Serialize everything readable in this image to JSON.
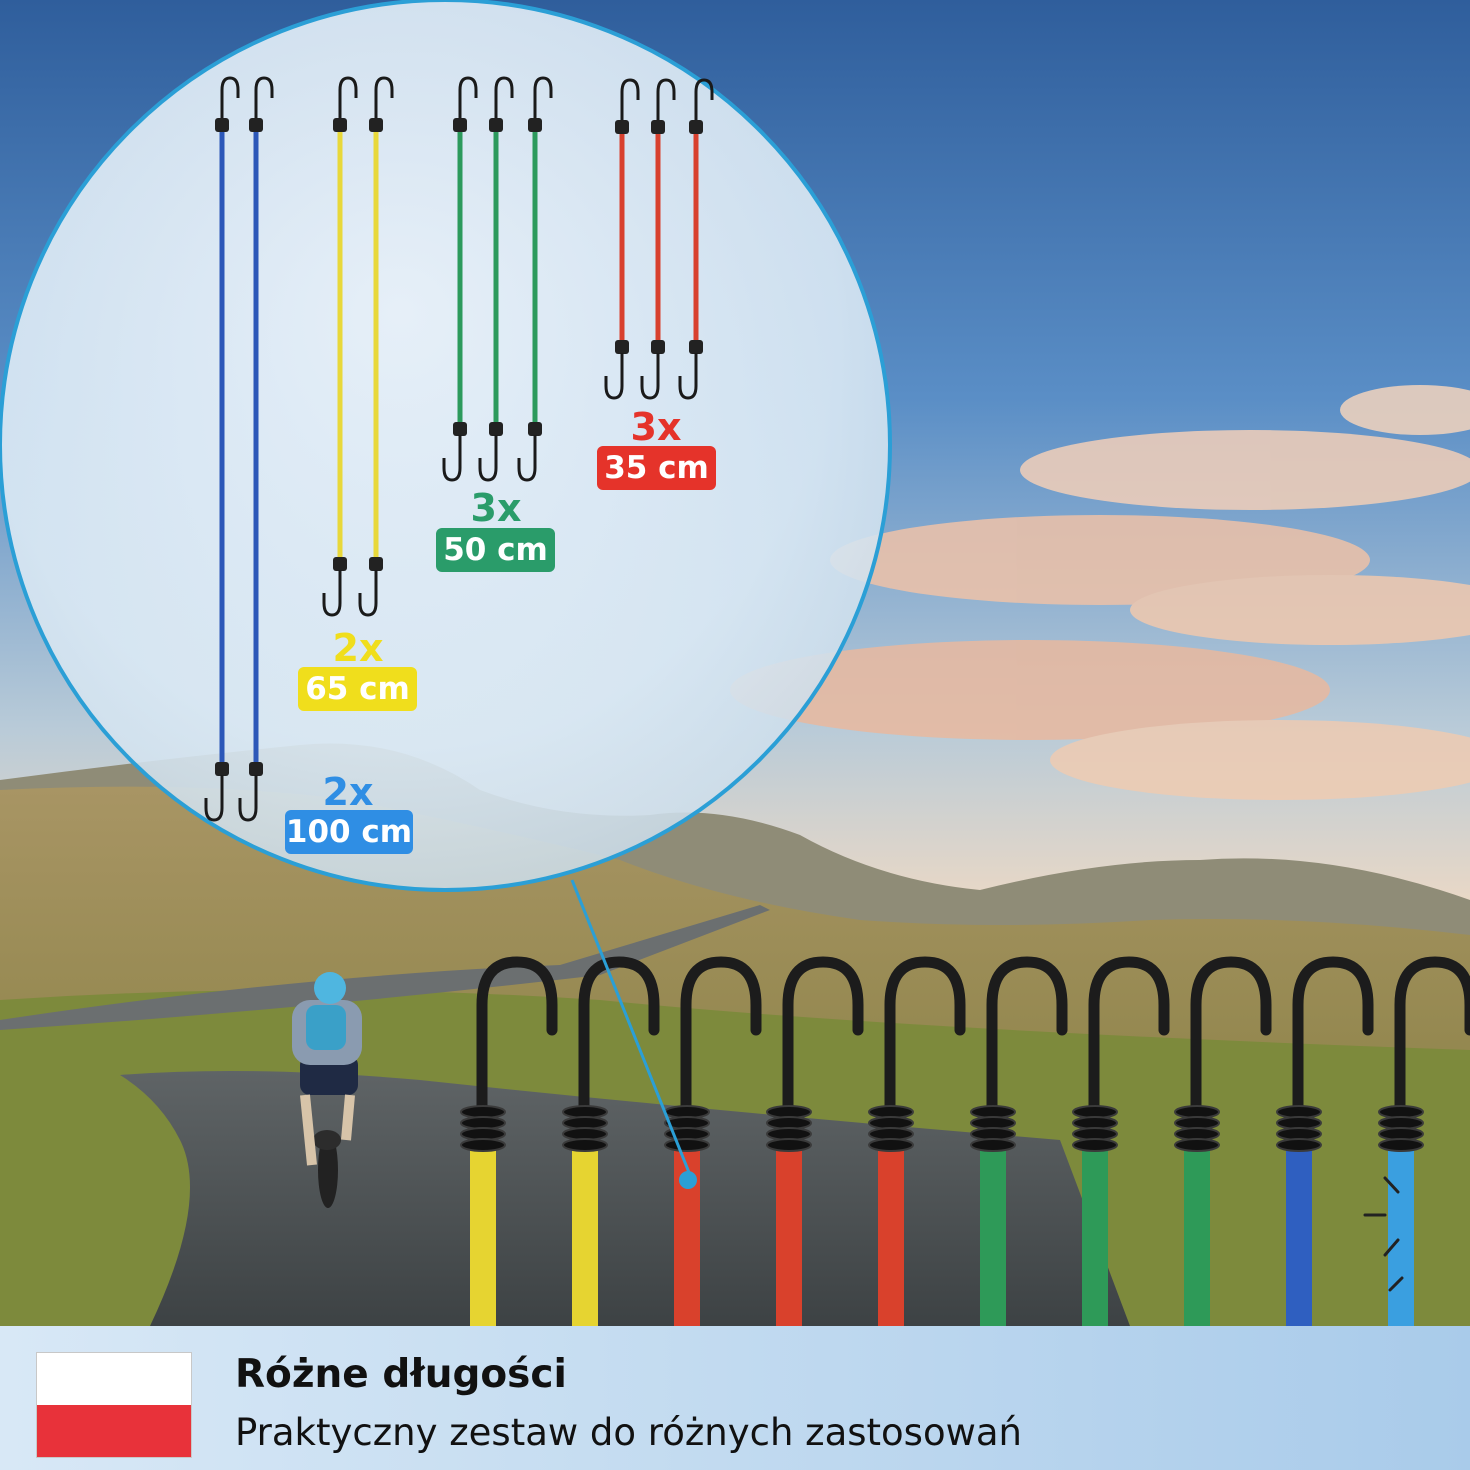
{
  "labels": [
    {
      "qty": "2x",
      "length": "100 cm",
      "color": "#2f8ee4",
      "name": "blue"
    },
    {
      "qty": "2x",
      "length": "65 cm",
      "color": "#f0de1c",
      "name": "yellow"
    },
    {
      "qty": "3x",
      "length": "50 cm",
      "color": "#2a9c6a",
      "name": "green"
    },
    {
      "qty": "3x",
      "length": "35 cm",
      "color": "#e5332a",
      "name": "red"
    }
  ],
  "banner": {
    "title": "Różne długości",
    "subtitle": "Praktyczny zestaw do różnych zastosowań"
  },
  "colors": {
    "circle_border": "#2b9fd6",
    "flag_white": "#ffffff",
    "flag_red": "#e8323a"
  }
}
